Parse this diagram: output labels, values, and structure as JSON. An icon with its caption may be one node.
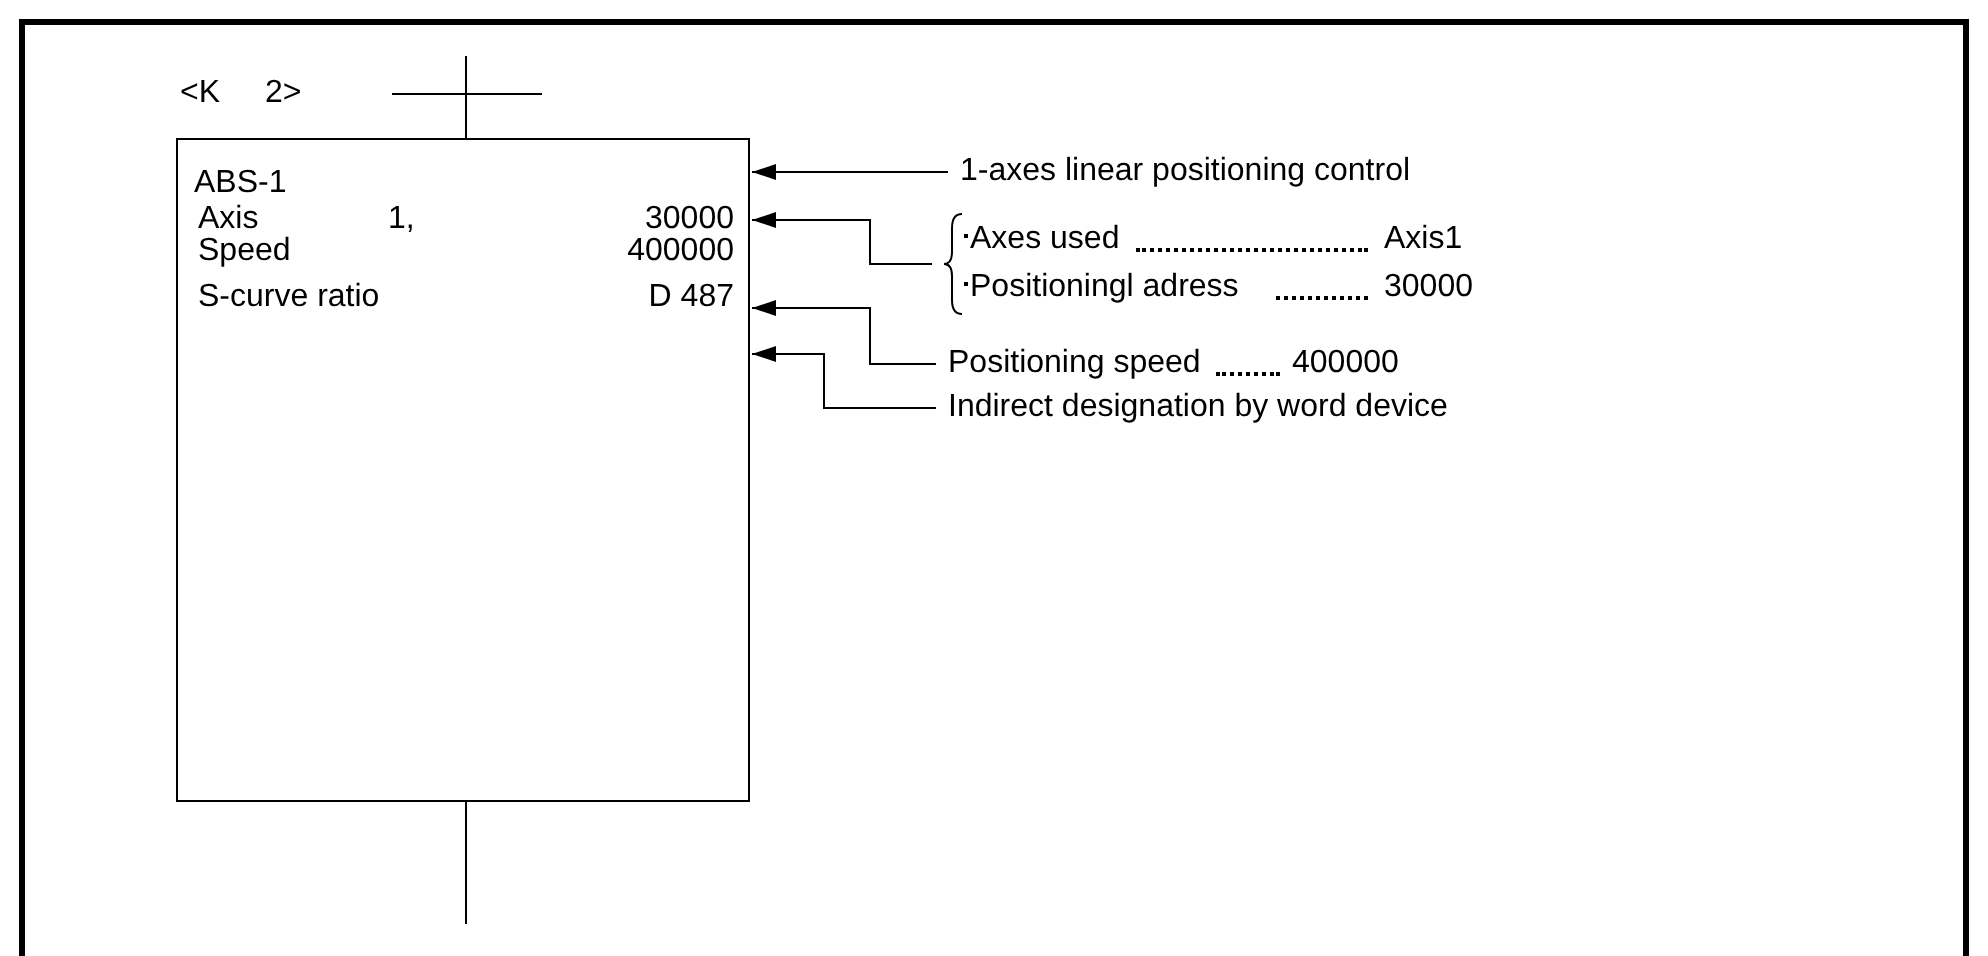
{
  "diagram": {
    "nodes": [
      {
        "text": [
          "ABS-1",
          "Axis",
          "1,",
          "30000",
          "Speed",
          "400000",
          "S-curve ratio",
          "D 487"
        ]
      },
      {
        "text": [
          "1-axes linear positioning control"
        ]
      },
      {
        "text": [
          "Axes used",
          "Axis1",
          "Positioningl adress",
          "30000"
        ]
      },
      {
        "text": [
          "Positioning speed",
          "400000"
        ]
      },
      {
        "text": [
          "Indirect designation by word device"
        ]
      }
    ],
    "edges": [
      {
        "from": 1,
        "to": 0,
        "arrow": "to"
      },
      {
        "from": 2,
        "to": 0,
        "arrow": "to"
      },
      {
        "from": 3,
        "to": 0,
        "arrow": "to"
      },
      {
        "from": 4,
        "to": 0,
        "arrow": "to"
      }
    ],
    "labels": [
      "<K 2>"
    ]
  }
}
